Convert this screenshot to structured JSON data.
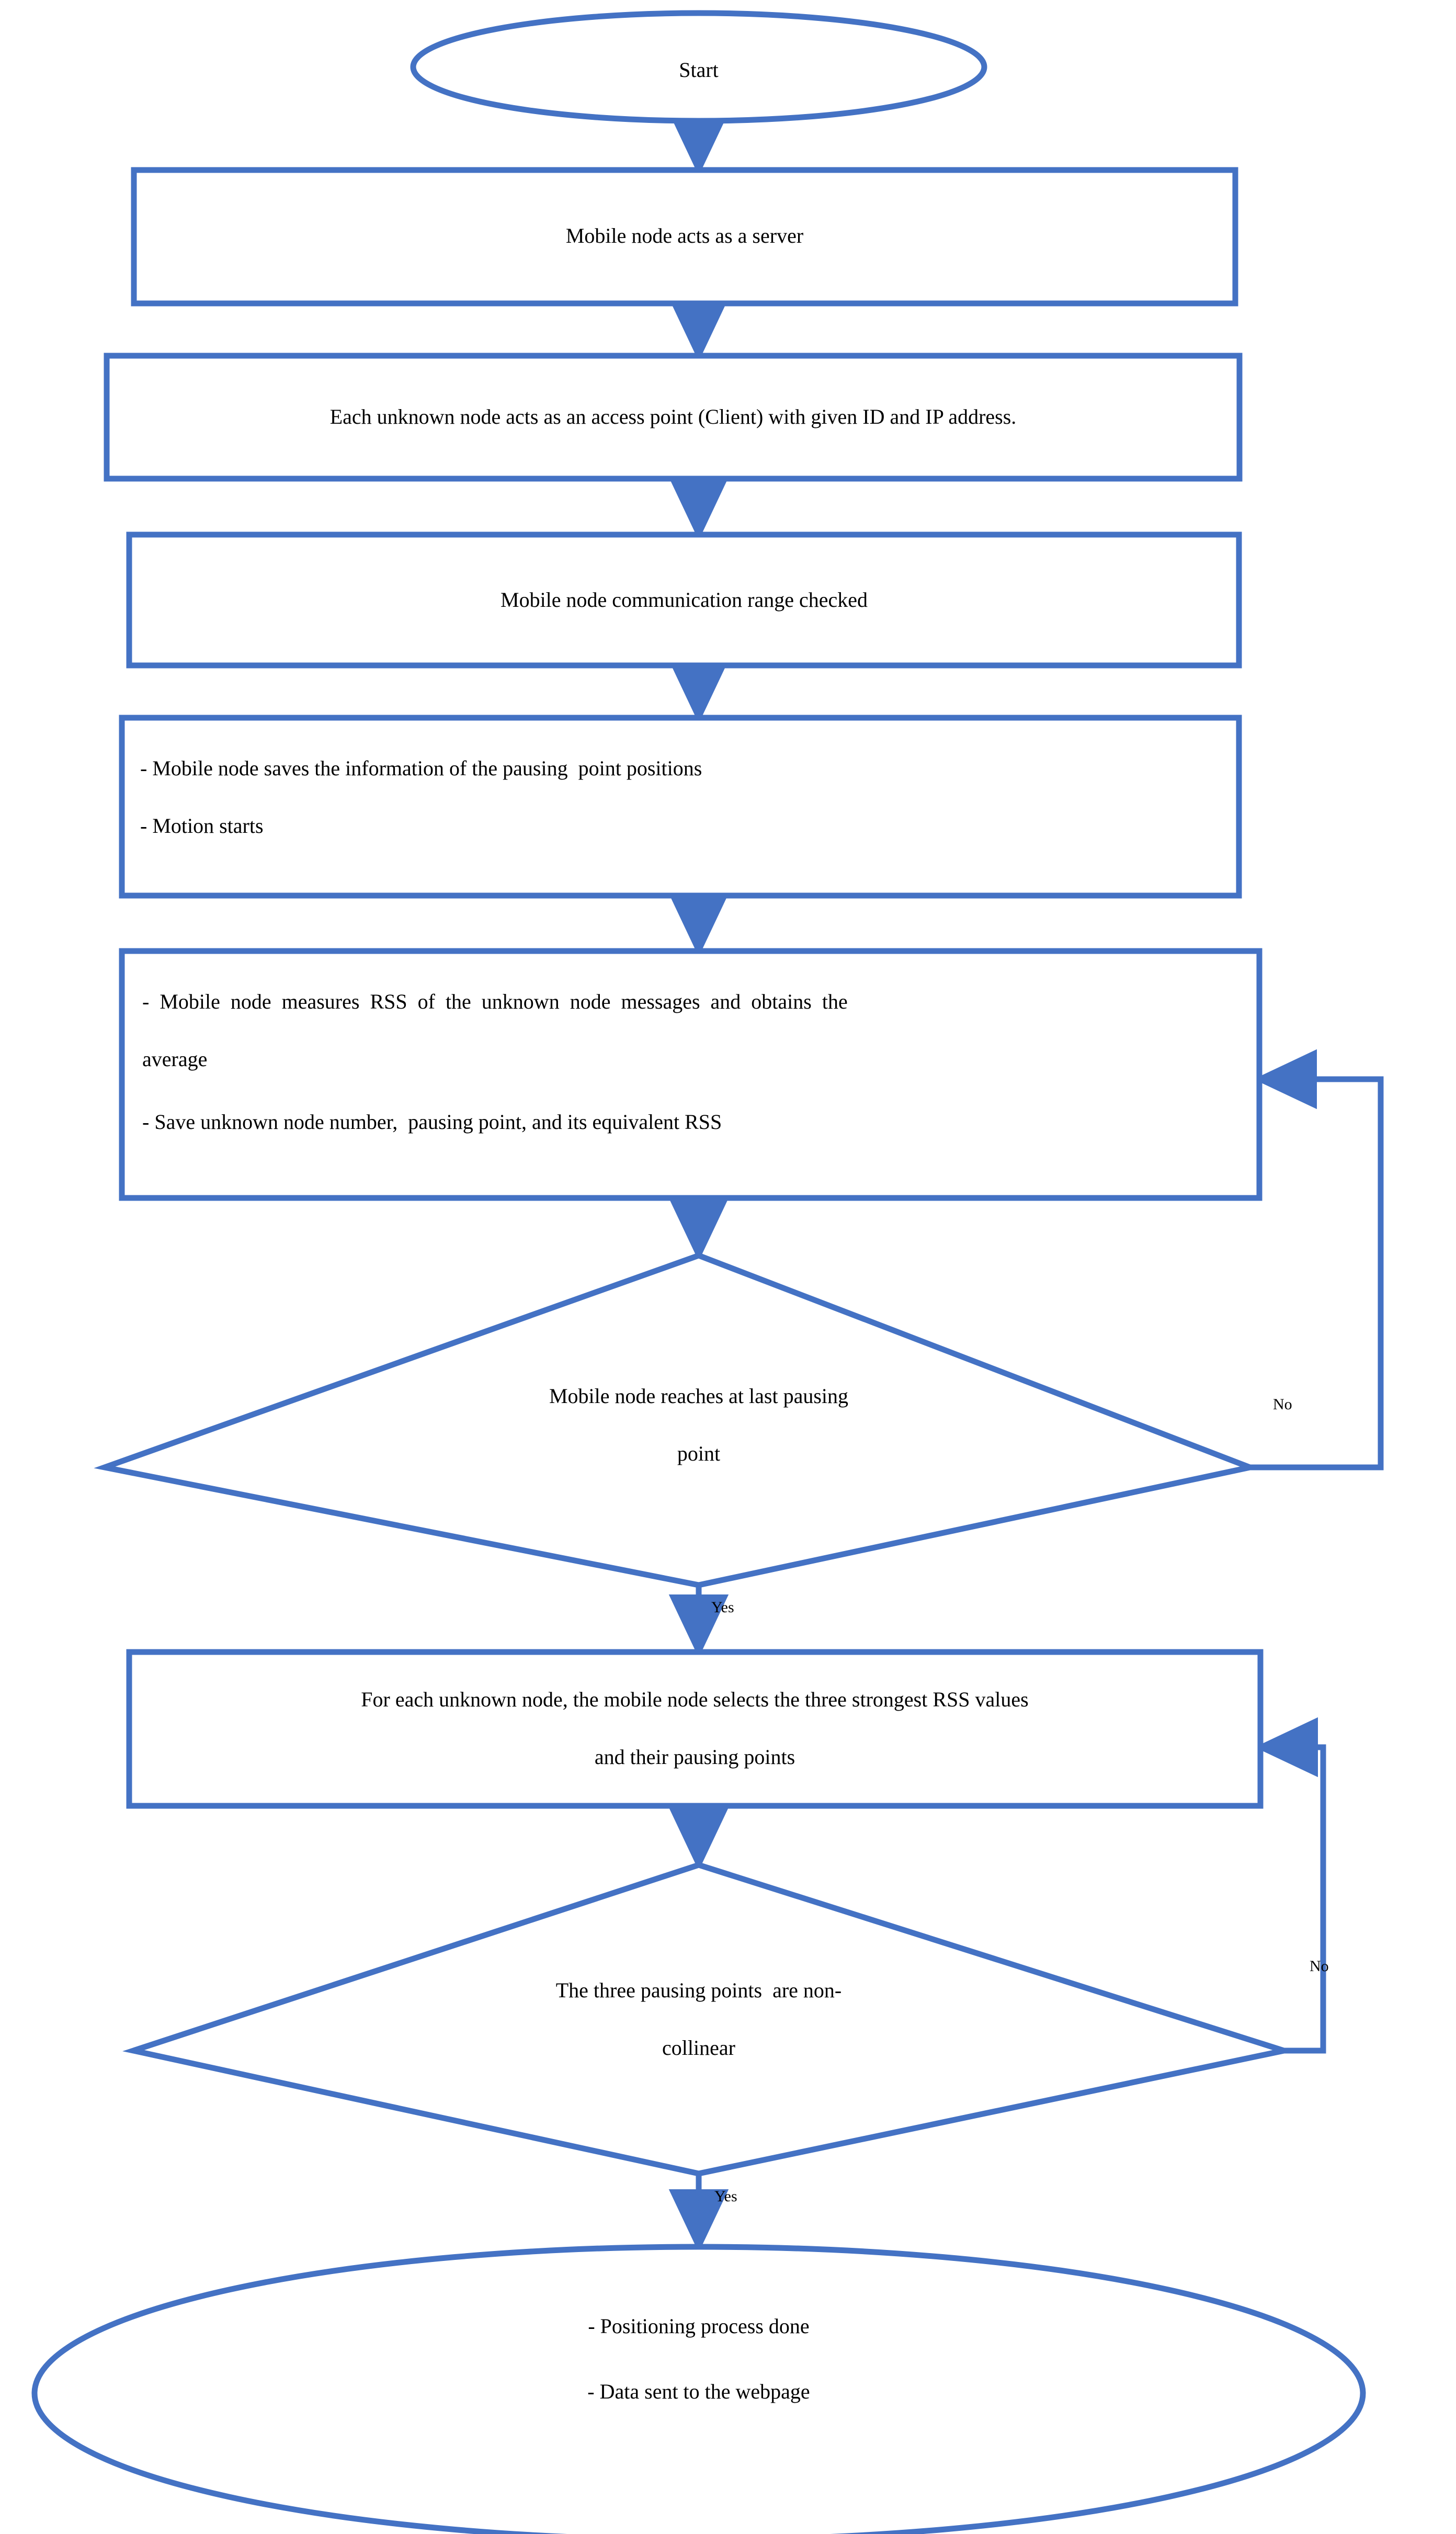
{
  "diagram": {
    "type": "flowchart",
    "title": "Mobile node RSS based positioning process flowchart",
    "colors": {
      "stroke": "#4472C4",
      "fill": "#FFFFFF",
      "text": "#000000",
      "background": "#FFFFFF"
    },
    "nodes": [
      {
        "id": "start",
        "shape": "ellipse",
        "lines": [
          "Start"
        ]
      },
      {
        "id": "server",
        "shape": "process",
        "lines": [
          "Mobile node acts as a server"
        ]
      },
      {
        "id": "client",
        "shape": "process",
        "lines": [
          "Each unknown node acts as an access point (Client) with given ID and IP address."
        ]
      },
      {
        "id": "range",
        "shape": "process",
        "lines": [
          "Mobile node communication range checked"
        ]
      },
      {
        "id": "pausing",
        "shape": "process",
        "lines": [
          "- Mobile node saves the information of the pausing  point positions",
          "- Motion starts"
        ]
      },
      {
        "id": "rss",
        "shape": "process",
        "lines": [
          "-  Mobile  node  measures  RSS  of  the  unknown  node  messages  and  obtains  the",
          "average",
          "- Save unknown node number,  pausing point, and its equivalent RSS"
        ]
      },
      {
        "id": "lastpoint",
        "shape": "decision",
        "lines": [
          "Mobile node reaches at last pausing",
          "point"
        ]
      },
      {
        "id": "select3",
        "shape": "process",
        "lines": [
          "For each unknown node, the mobile node selects the three strongest RSS values",
          "and their pausing points"
        ]
      },
      {
        "id": "noncollinear",
        "shape": "decision",
        "lines": [
          "The three pausing points  are non-",
          "collinear"
        ]
      },
      {
        "id": "end",
        "shape": "ellipse",
        "lines": [
          "- Positioning process done",
          "- Data sent to the webpage"
        ]
      }
    ],
    "edges": [
      {
        "id": "e1",
        "from": "start",
        "to": "server",
        "label": ""
      },
      {
        "id": "e2",
        "from": "server",
        "to": "client",
        "label": ""
      },
      {
        "id": "e3",
        "from": "client",
        "to": "range",
        "label": ""
      },
      {
        "id": "e4",
        "from": "range",
        "to": "pausing",
        "label": ""
      },
      {
        "id": "e5",
        "from": "pausing",
        "to": "rss",
        "label": ""
      },
      {
        "id": "e6",
        "from": "rss",
        "to": "lastpoint",
        "label": ""
      },
      {
        "id": "e7",
        "from": "lastpoint",
        "to": "rss",
        "label": "No"
      },
      {
        "id": "e8",
        "from": "lastpoint",
        "to": "select3",
        "label": "Yes"
      },
      {
        "id": "e9",
        "from": "select3",
        "to": "noncollinear",
        "label": ""
      },
      {
        "id": "e10",
        "from": "noncollinear",
        "to": "select3",
        "label": "No"
      },
      {
        "id": "e11",
        "from": "noncollinear",
        "to": "end",
        "label": "Yes"
      }
    ],
    "edge_labels": {
      "no_1": "No",
      "yes_1": "Yes",
      "no_2": "No",
      "yes_2": "Yes"
    }
  }
}
